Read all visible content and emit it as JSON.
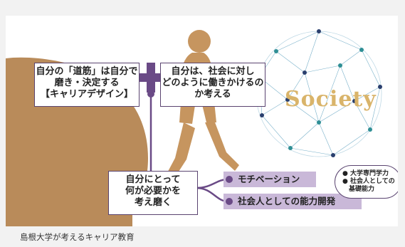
{
  "diagram": {
    "box_left": [
      "自分の「道筋」は自分で",
      "磨き・決定する",
      "【キャリアデザイン】"
    ],
    "box_right": [
      "自分は、社会に対し",
      "どのように働きかけるの",
      "か考える"
    ],
    "box_bottom": [
      "自分にとって",
      "何が必要かを",
      "考え磨く"
    ],
    "pill_1": "モチベーション",
    "pill_2": "社会人としての能力開発",
    "bubble": [
      "● 大学専門学力",
      "● 社会人としての",
      "基礎能力"
    ],
    "society_label": "Society"
  },
  "caption": "島根大学が考えるキャリア教育",
  "colors": {
    "head": "#b98b5a",
    "silhouette": "#c6955f",
    "accent": "#6a4a86",
    "pill": "#c9b8d8",
    "network_teal": "#2f8f95",
    "network_navy": "#2a3f6e"
  }
}
